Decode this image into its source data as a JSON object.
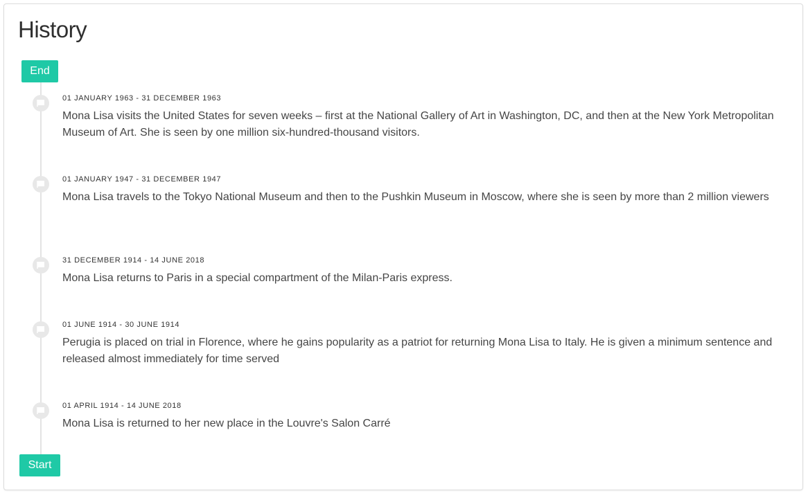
{
  "page": {
    "title": "History"
  },
  "timeline": {
    "end_label": "End",
    "start_label": "Start",
    "events": [
      {
        "date": "01 JANUARY 1963 - 31 DECEMBER 1963",
        "text": "Mona Lisa visits the United States for seven weeks – first at the National Gallery of Art in Washington, DC, and then at the New York Metropolitan Museum of Art. She is seen by one million six-hundred-thousand visitors.",
        "icon": "flag-icon"
      },
      {
        "date": "01 JANUARY 1947 - 31 DECEMBER 1947",
        "text": "Mona Lisa travels to the Tokyo National Museum and then to the Pushkin Museum in Moscow, where she is seen by more than 2 million viewers",
        "icon": "flag-icon"
      },
      {
        "date": "31 DECEMBER 1914 - 14 JUNE 2018",
        "text": "Mona Lisa returns to Paris in a special compartment of the Milan-Paris express.",
        "icon": "flag-icon"
      },
      {
        "date": "01 JUNE 1914 - 30 JUNE 1914",
        "text": "Perugia is placed on trial in Florence, where he gains popularity as a patriot for returning Mona Lisa to Italy. He is given a minimum sentence and released almost immediately for time served",
        "icon": "flag-icon"
      },
      {
        "date": "01 APRIL 1914 - 14 JUNE 2018",
        "text": "Mona Lisa is returned to her new place in the Louvre's Salon Carré",
        "icon": "flag-icon"
      }
    ]
  },
  "colors": {
    "accent": "#1fc9a6",
    "timeline_line": "#e3e3e3",
    "dot_bg": "#e8e8e8",
    "icon": "#ffffff"
  }
}
